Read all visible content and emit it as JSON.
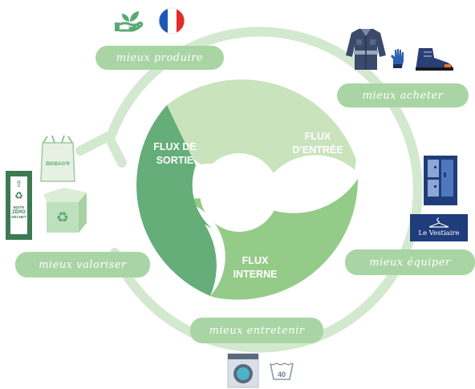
{
  "cycle": {
    "stages": [
      {
        "id": "produire",
        "label": "mieux produire"
      },
      {
        "id": "acheter",
        "label": "mieux acheter"
      },
      {
        "id": "equiper",
        "label": "mieux équiper"
      },
      {
        "id": "entretenir",
        "label": "mieux entretenir"
      },
      {
        "id": "valoriser",
        "label": "mieux valoriser"
      }
    ],
    "flux": {
      "entree": {
        "line1": "FLUX",
        "line2": "D’ENTRÉE"
      },
      "interne": {
        "line1": "FLUX",
        "line2": "INTERNE"
      },
      "sortie": {
        "line1": "FLUX DE",
        "line2": "SORTIE"
      }
    }
  },
  "products": {
    "bigbag": "BIGBAG'R",
    "box_line1": "BOITE",
    "box_line2": "ZÉRO",
    "box_line3": "DÉCHET",
    "vestiaire": "Le Vestiaire",
    "wash_temp": "40"
  },
  "colors": {
    "ring": "#d3e9cf",
    "pill": "#a9d5a4",
    "flux_entree": "#c9e3bd",
    "flux_interne": "#95cb88",
    "flux_sortie": "#65ad79",
    "flag_blue": "#1e55b8",
    "flag_red": "#e32b2b",
    "navy": "#1f3d7a"
  },
  "icons": [
    "hand-plant-icon",
    "france-flag-icon",
    "work-jacket-icon",
    "glove-icon",
    "safety-boot-icon",
    "locker-icon",
    "vestiaire-logo",
    "washing-machine-icon",
    "wash-40-icon",
    "bigbag-icon",
    "recycling-box-icon",
    "zero-waste-box-icon"
  ]
}
